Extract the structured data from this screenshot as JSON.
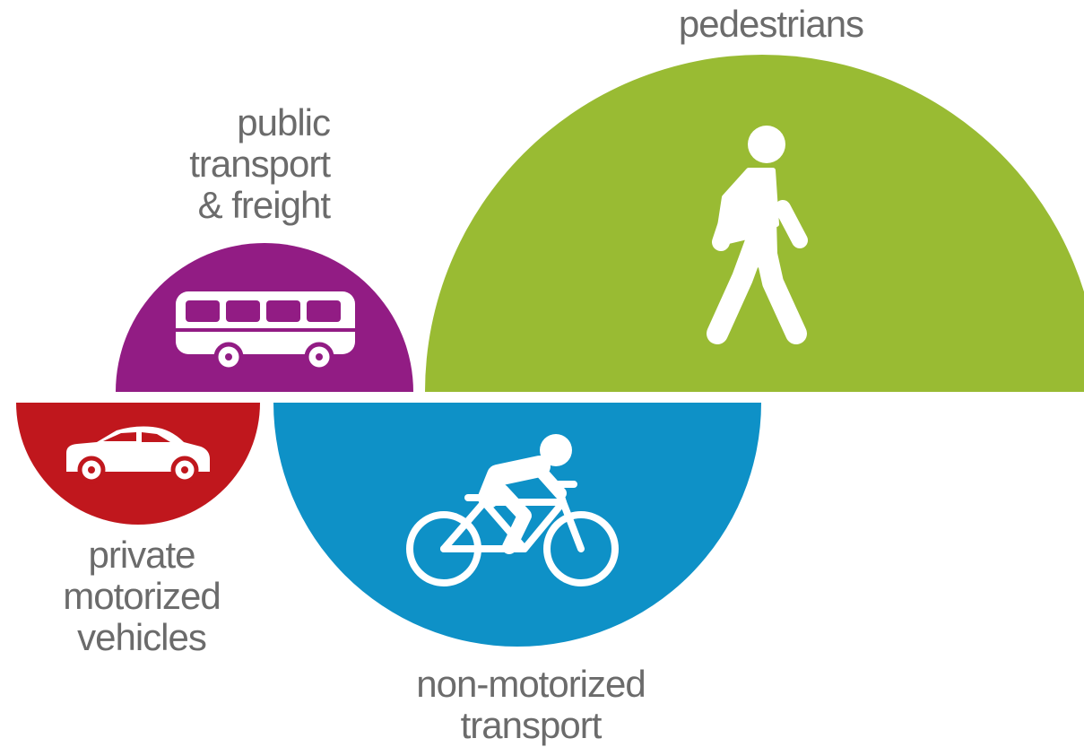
{
  "modes": {
    "pedestrians": {
      "label_lines": [
        "pedestrians"
      ],
      "color": "#99bb33",
      "icon": "pedestrian-icon"
    },
    "public_transport": {
      "label_lines": [
        "public",
        "transport",
        "& freight"
      ],
      "color": "#921c84",
      "icon": "bus-icon"
    },
    "private_vehicles": {
      "label_lines": [
        "private",
        "motorized",
        "vehicles"
      ],
      "color": "#c0171d",
      "icon": "car-icon"
    },
    "non_motorized": {
      "label_lines": [
        "non-motorized",
        "transport"
      ],
      "color": "#0e91c7",
      "icon": "bicycle-icon"
    }
  }
}
